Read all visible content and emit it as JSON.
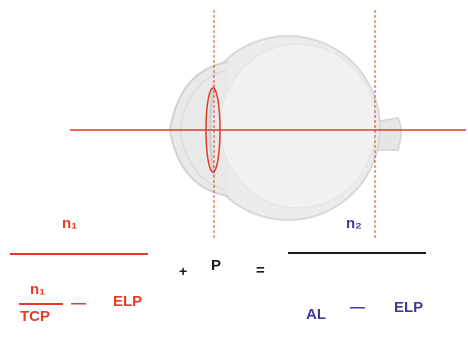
{
  "colors": {
    "red": "#e23b2a",
    "blue": "#3f3b93",
    "black": "#1a1a1a",
    "eye_fill": "#ececec",
    "eye_stroke": "#d6d6d6"
  },
  "formula": {
    "left_numerator": "n₁",
    "inner_numerator": "n₁",
    "inner_denominator": "TCP",
    "left_minus": "—",
    "left_elp": "ELP",
    "plus": "+",
    "power": "P",
    "equals": "=",
    "right_numerator": "n₂",
    "right_al": "AL",
    "right_minus": "—",
    "right_elp": "ELP"
  },
  "icons": [
    "eye-illustration-icon",
    "lens-icon"
  ]
}
